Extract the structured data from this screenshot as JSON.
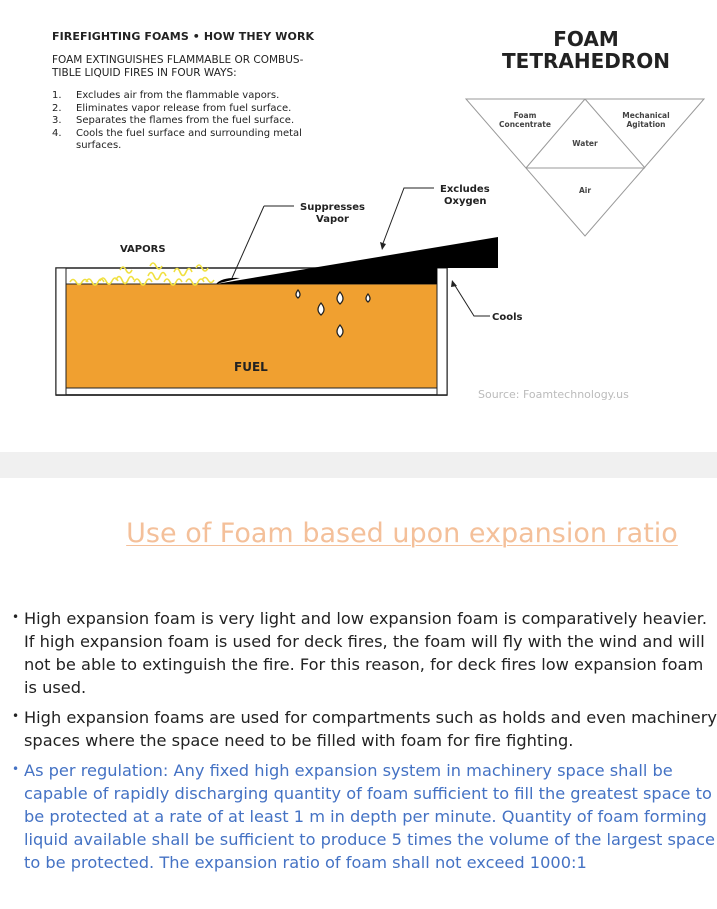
{
  "figure": {
    "title": "FIREFIGHTING FOAMS • HOW THEY WORK",
    "subtitle_lines": [
      "FOAM EXTINGUISHES FLAMMABLE OR COMBUS-",
      "TIBLE LIQUID FIRES IN FOUR WAYS:"
    ],
    "ways": [
      {
        "num": "1.",
        "text": "Excludes air from the flammable vapors."
      },
      {
        "num": "2.",
        "text": "Eliminates vapor release from fuel surface."
      },
      {
        "num": "3.",
        "text": "Separates the flames from the fuel surface."
      },
      {
        "num": "4.",
        "text": "Cools the fuel surface and surrounding metal",
        "text2": "surfaces."
      }
    ],
    "labels": {
      "excludes_line1": "Excludes",
      "excludes_line2": "Oxygen",
      "suppresses_line1": "Suppresses",
      "suppresses_line2": "Vapor",
      "vapors": "VAPORS",
      "cools": "Cools",
      "fuel": "FUEL"
    },
    "source": "Source: Foamtechnology.us",
    "tetrahedron": {
      "title_line1": "FOAM",
      "title_line2": "TETRAHEDRON",
      "foam_concentrate_1": "Foam",
      "foam_concentrate_2": "Concentrate",
      "mechanical_1": "Mechanical",
      "mechanical_2": "Agitation",
      "water": "Water",
      "air": "Air"
    },
    "colors": {
      "fuel": "#f0a030",
      "flame": "#f5e642",
      "foam": "#000000"
    }
  },
  "slide": {
    "title": "Use of Foam based upon expansion ratio",
    "bullets": [
      {
        "text": "High expansion foam is very light and low expansion foam is comparatively heavier. If  high expansion foam is used for deck fires, the foam will fly with the wind and will not be able to extinguish the fire. For this reason, for deck fires low expansion foam is used.",
        "color": "dark"
      },
      {
        "text": "High expansion foams are used for compartments such as holds and even machinery spaces where the space need to be filled with foam for fire fighting.",
        "color": "dark"
      },
      {
        "text": "As per regulation: Any fixed high expansion system in machinery space shall be capable of rapidly discharging quantity of foam sufficient to  fill the greatest space to be protected at a rate of at least 1 m in depth per minute. Quantity of foam forming liquid available shall be sufficient to produce 5 times the volume of the largest space to be protected. The expansion ratio of foam shall not exceed 1000:1",
        "color": "blue"
      }
    ]
  }
}
